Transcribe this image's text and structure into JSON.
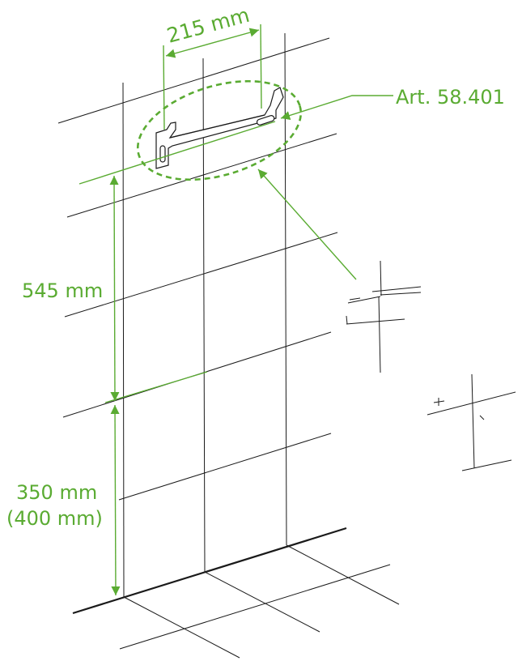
{
  "colors": {
    "accent": "#5aab32",
    "ink": "#1a1a1a",
    "background": "#ffffff"
  },
  "labels": {
    "width_dimension": "215 mm",
    "article_number": "Art. 58.401",
    "upper_height": "545 mm",
    "lower_height": "350 mm",
    "lower_height_alt": "(400 mm)"
  }
}
